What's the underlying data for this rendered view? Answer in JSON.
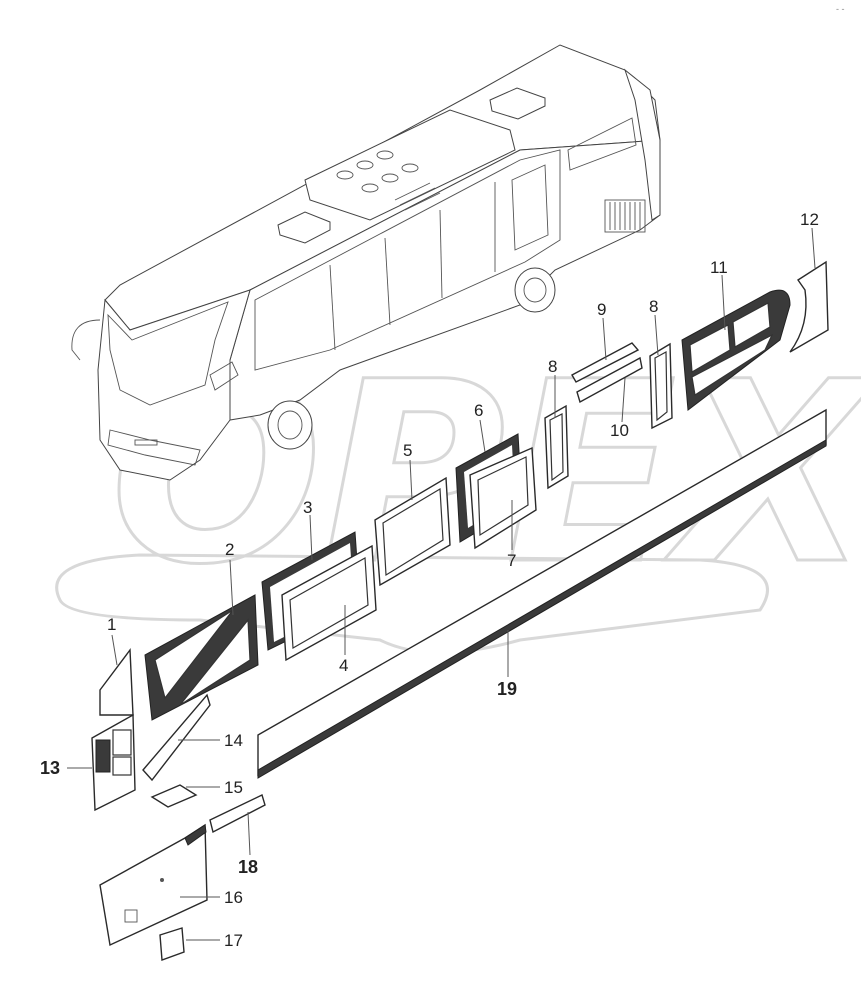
{
  "diagram": {
    "callouts": {
      "c1": "1",
      "c2": "2",
      "c3": "3",
      "c4": "4",
      "c5": "5",
      "c6": "6",
      "c7": "7",
      "c8a": "8",
      "c8b": "8",
      "c9": "9",
      "c10": "10",
      "c11": "11",
      "c12": "12",
      "c13": "13",
      "c14": "14",
      "c15": "15",
      "c16": "16",
      "c17": "17",
      "c18": "18",
      "c19": "19"
    },
    "watermark": "OPEX",
    "corner_mark": "- -"
  }
}
